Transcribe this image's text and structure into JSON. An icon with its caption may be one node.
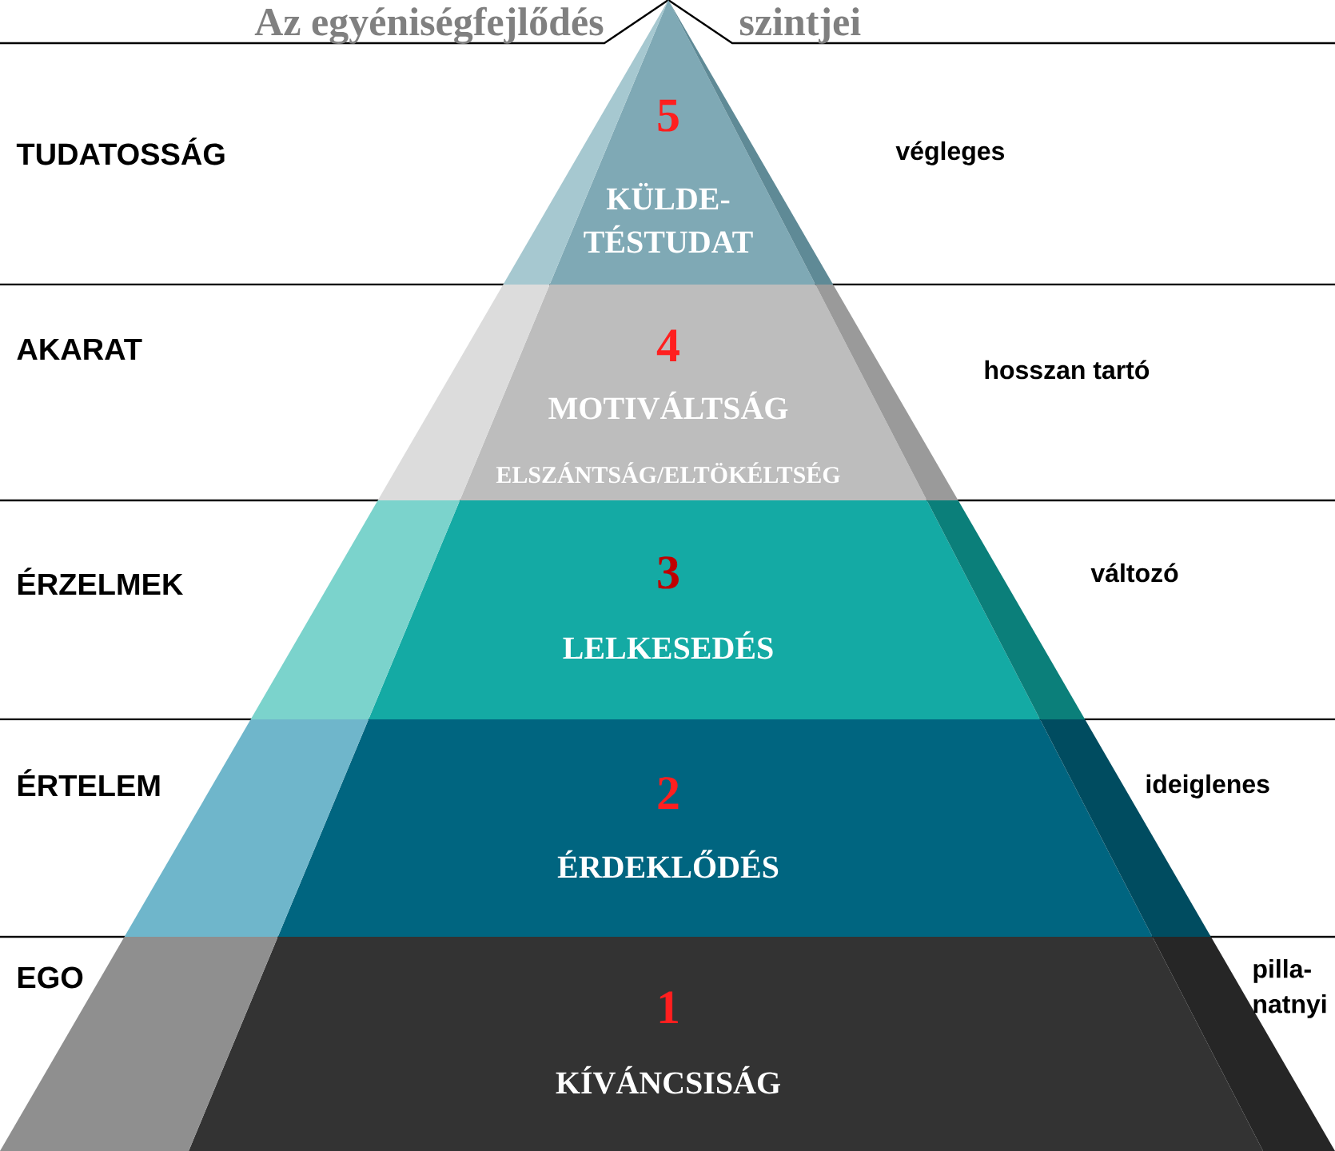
{
  "diagram": {
    "nodes": [
      {
        "text": [
          "5",
          "KÜLDE- TÉSTUDAT"
        ]
      },
      {
        "text": [
          "4",
          "MOTIVÁLTSÁG",
          "ELSZÁNTSÁG/ELTÖKÉLTSÉG"
        ]
      },
      {
        "text": [
          "3",
          "LELKESEDÉS"
        ]
      },
      {
        "text": [
          "2",
          "ÉRDEKLŐDÉS"
        ]
      },
      {
        "text": [
          "1",
          "KÍVÁNCSISÁG"
        ]
      }
    ],
    "labels": [
      "Az egyéniségfejlődés",
      "szintjei",
      "TUDATOSSÁG",
      "végleges",
      "AKARAT",
      "hosszan tartó",
      "ÉRZELMEK",
      "változó",
      "ÉRTELEM",
      "ideiglenes",
      "EGO",
      "pilla- natnyi"
    ]
  }
}
